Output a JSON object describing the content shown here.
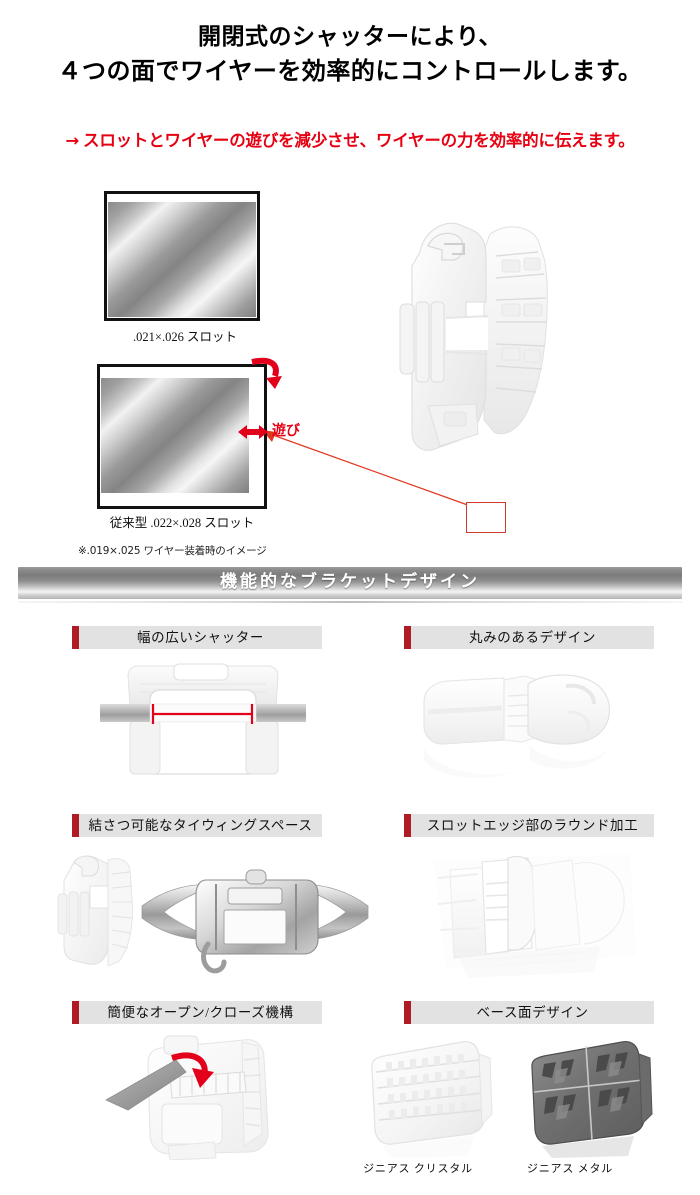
{
  "headline": {
    "line1": "開閉式のシャッターにより、",
    "line2": "４つの面でワイヤーを効率的にコントロールします。"
  },
  "subhead": {
    "arrow": "→",
    "text": "スロットとワイヤーの遊びを減少させ、ワイヤーの力を効率的に伝えます。"
  },
  "slot_section": {
    "new_slot_caption": ".021×.026 スロット",
    "legacy_slot_caption": "従来型 .022×.028 スロット",
    "play_label": "遊び",
    "note": "※.019×.025 ワイヤー装着時のイメージ",
    "callout_color": "#d03a28",
    "leader_color": "#e2361f"
  },
  "banner": {
    "title": "機能的なブラケットデザイン"
  },
  "features": [
    {
      "label": "幅の広いシャッター",
      "art": "bracket-front-with-wire",
      "column": "left",
      "row": 1
    },
    {
      "label": "丸みのあるデザイン",
      "art": "bracket-rounded-profile",
      "column": "right",
      "row": 1
    },
    {
      "label": "結さつ可能なタイウィングスペース",
      "art": "bracket-tiewing-pair",
      "column": "left",
      "row": 2
    },
    {
      "label": "スロットエッジ部のラウンド加工",
      "art": "bracket-slot-edge-round",
      "column": "right",
      "row": 2
    },
    {
      "label": "簡便なオープン/クローズ機構",
      "art": "bracket-open-close-tool",
      "column": "left",
      "row": 3
    },
    {
      "label": "ベース面デザイン",
      "art": "bracket-base-pair",
      "column": "right",
      "row": 3
    }
  ],
  "base_captions": {
    "crystal": "ジニアス クリスタル",
    "metal": "ジニアス メタル"
  },
  "colors": {
    "accent_red": "#b01c24",
    "text_red": "#e60012",
    "label_bg": "#e2e2e2",
    "banner_light": "#f4f4f4",
    "banner_dark": "#7c7c7c"
  }
}
